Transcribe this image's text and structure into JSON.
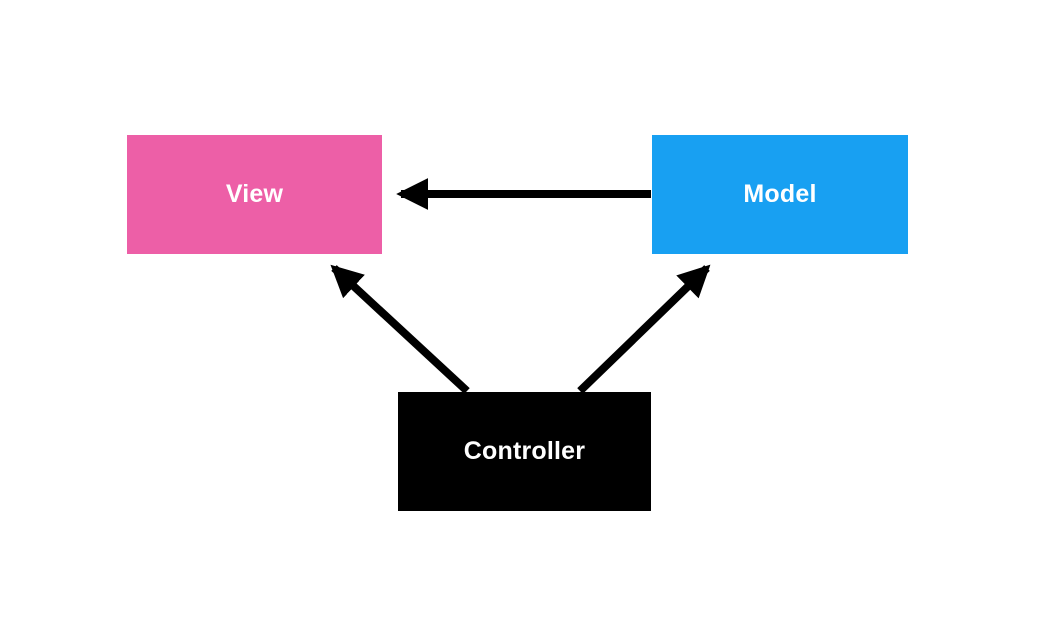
{
  "diagram": {
    "type": "mvc-architecture",
    "background_color": "#ffffff",
    "arrow_color": "#000000",
    "nodes": [
      {
        "id": "view",
        "label": "View",
        "fill_color": "#ed5fa7",
        "text_color": "#ffffff"
      },
      {
        "id": "model",
        "label": "Model",
        "fill_color": "#18a0f2",
        "text_color": "#ffffff"
      },
      {
        "id": "controller",
        "label": "Controller",
        "fill_color": "#000000",
        "text_color": "#ffffff"
      }
    ],
    "edges": [
      {
        "from": "model",
        "to": "view",
        "description": "Model points to View"
      },
      {
        "from": "controller",
        "to": "view",
        "description": "Controller points to View"
      },
      {
        "from": "controller",
        "to": "model",
        "description": "Controller points to Model"
      }
    ]
  }
}
